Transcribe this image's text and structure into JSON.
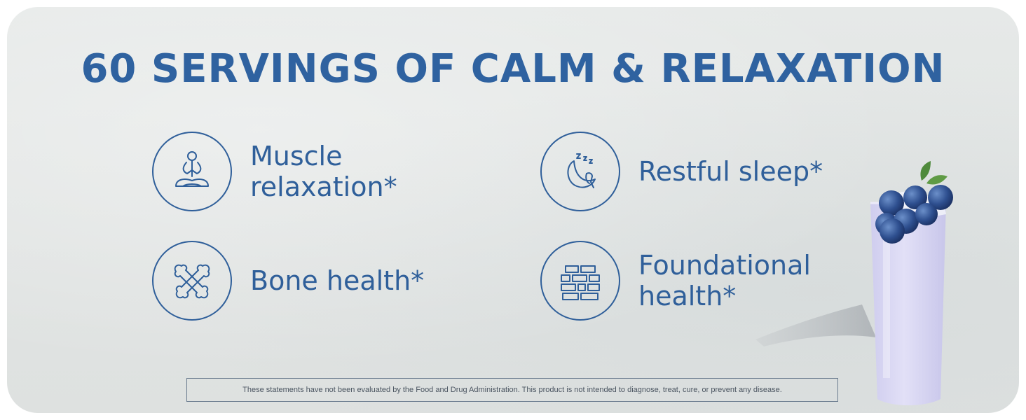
{
  "headline": "60 SERVINGS OF CALM & RELAXATION",
  "benefits": [
    {
      "label": "Muscle relaxation*",
      "icon": "meditation-icon"
    },
    {
      "label": "Restful sleep*",
      "icon": "moon-sleep-icon"
    },
    {
      "label": "Bone health*",
      "icon": "crossed-bones-icon"
    },
    {
      "label": "Foundational health*",
      "icon": "brick-wall-icon"
    }
  ],
  "disclaimer": "These statements have not been evaluated by the Food and Drug Administration. This product is not intended to diagnose, treat, cure, or prevent any disease.",
  "colors": {
    "accent": "#2f62a0",
    "background": "#e3e6e5",
    "drink": "#d7d6f2"
  }
}
